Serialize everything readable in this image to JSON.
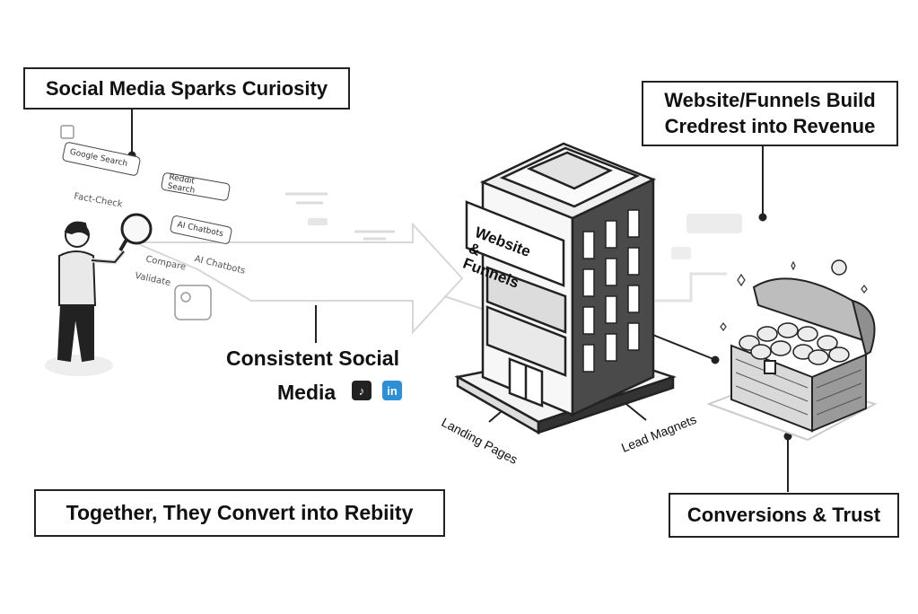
{
  "labels": {
    "top_left": "Social Media Sparks Curiosity",
    "top_right": "Website/Funnels Build Credrest into Revenue",
    "center_line1": "Consistent Social",
    "center_line2": "Media",
    "bottom_left": "Together, They Convert into Rebiity",
    "bottom_right": "Conversions & Trust",
    "building_sign": "Website & Funnels",
    "landing_pages": "Landing Pages",
    "lead_magnets": "Lead Magnets"
  },
  "search_bubbles": {
    "google": "Google Search",
    "reddit": "Reddit Search",
    "ai": "AI Chatbots"
  },
  "minor_text": {
    "fact_check": "Fact-Check",
    "compare": "Compare",
    "validate": "Validate",
    "ai_chatbots": "AI Chatbots"
  },
  "social": {
    "tiktok": "tiktok-icon",
    "linkedin": "in"
  },
  "colors": {
    "linkedin": "#2d8fd5",
    "tiktok": "#222222",
    "ink": "#222222"
  }
}
